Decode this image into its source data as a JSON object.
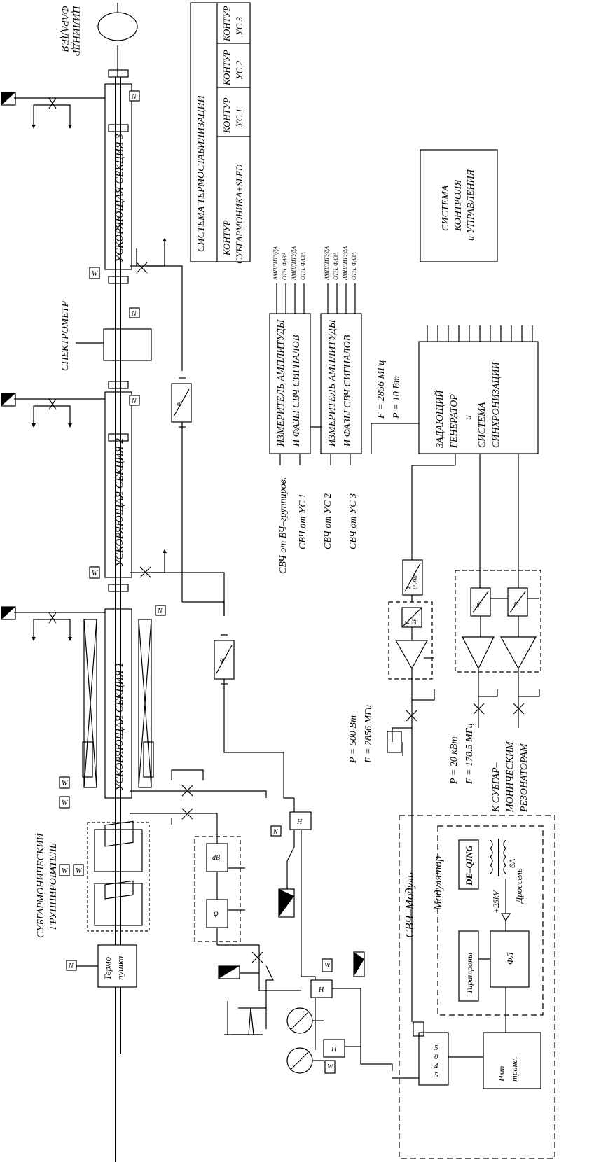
{
  "labels": {
    "faraday_cup": [
      "ЦИЛИНДР",
      "ФАРАДЕЯ"
    ],
    "thermo_system_title": "СИСТЕМА ТЕРМОСТАБИЛИЗАЦИИ",
    "thermo_col_1": [
      "КОНТУР",
      "СУБГАРМОНИКА+SLED"
    ],
    "thermo_col_2": [
      "КОНТУР",
      "УС 1"
    ],
    "thermo_col_3": [
      "КОНТУР",
      "УС 2"
    ],
    "thermo_col_4": [
      "КОНТУР",
      "УС 3"
    ],
    "control_system": [
      "СИСТЕМА",
      "КОНТРОЛЯ",
      "и УПРАВЛЕНИЯ"
    ],
    "spectrometer": "СПЕКТРОМЕТР",
    "section_3": "УСКОРЯЮЩАЯ   СЕКЦИЯ  3",
    "section_2": "УСКОРЯЮЩАЯ   СЕКЦИЯ  2",
    "section_1": "УСКОРЯЮЩАЯ   СЕКЦИЯ  1",
    "meter_1": [
      "ИЗМЕРИТЕЛЬ  АМПЛИТУДЫ",
      "И  ФАЗЫ  СВЧ  СИГНАЛОВ"
    ],
    "meter_2": [
      "ИЗМЕРИТЕЛЬ  АМПЛИТУДЫ",
      "И  ФАЗЫ  СВЧ  СИГНАЛОВ"
    ],
    "meter_outputs": [
      "АМПЛИТУДА",
      "ОТН.  ФАЗА",
      "АМПЛИТУДА",
      "ОТН.  ФАЗА"
    ],
    "rf_source_1": "F = 2856  МГц",
    "rf_source_2": "P =  10  Вт",
    "master_gen": [
      "ЗАДАЮЩИЙ",
      "ГЕНЕРАТОР",
      "и",
      "СИСТЕМА",
      "СИНХРОНИЗАЦИИ"
    ],
    "svch_buncher": "СВЧ от ВЧ–группиров.",
    "svch_us1": "СВЧ   от  УС  1",
    "svch_us2": "СВЧ   от  УС  2",
    "svch_us3": "СВЧ   от  УС  3",
    "amp500_p": "P  =  500  Вт",
    "amp500_f": "F  =  2856  МГц",
    "sub_p": "P  =  20  кВт",
    "sub_f": "F  =  178.5  МГц",
    "sub_dest": [
      "К  СУБГАР–",
      "МОНИЧЕСКИМ",
      "РЕЗОНАТОРАМ"
    ],
    "buncher": [
      "СУБГАРМОНИЧЕСКИЙ",
      "ГРУППИРОВАТЕЛЬ"
    ],
    "gun": [
      "Термо",
      "пушка"
    ],
    "phase_symbol": "φ",
    "db_symbol": "dB",
    "phase_shift": [
      "φ",
      "0°/90°"
    ],
    "freq_mult": [
      "F",
      "2F"
    ],
    "rf_module": "СВЧ–Модуль",
    "modulator": "Модулятор",
    "deqing": "DE–QING",
    "hv": "+25kV",
    "current": "6A",
    "choke": "Дроссель",
    "thyratrons": "Тиратроны",
    "pfn": "ФЛ",
    "klystron": [
      "5",
      "0",
      "4",
      "5"
    ],
    "pulse_trans": [
      "Имп.",
      "транс."
    ],
    "monitor_letter": "N",
    "load_letter": "H",
    "quad_letter": "W"
  }
}
